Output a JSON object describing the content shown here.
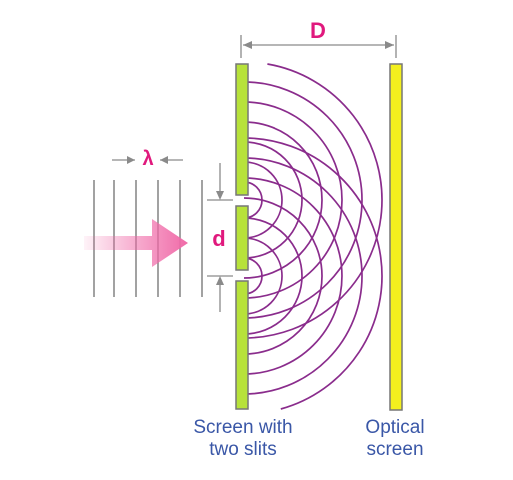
{
  "colors": {
    "background": "#ffffff",
    "wave": "#8a2c8c",
    "slit_screen_fill": "#b7e23a",
    "optical_screen_fill": "#f3f01e",
    "screen_border": "#777777",
    "dimension_line": "#8a8a8a",
    "incident_wavefront": "#8a8a8a",
    "symbol": "#e0197d",
    "caption": "#3a57a7",
    "arrow": "#f06aa8"
  },
  "labels": {
    "distance_symbol": "D",
    "wavelength_symbol": "λ",
    "slit_separation_symbol": "d",
    "slit_screen_line1": "Screen with",
    "slit_screen_line2": "two slits",
    "optical_screen_line1": "Optical",
    "optical_screen_line2": "screen"
  },
  "icons": {
    "incident_arrow": "right-arrow-icon"
  }
}
